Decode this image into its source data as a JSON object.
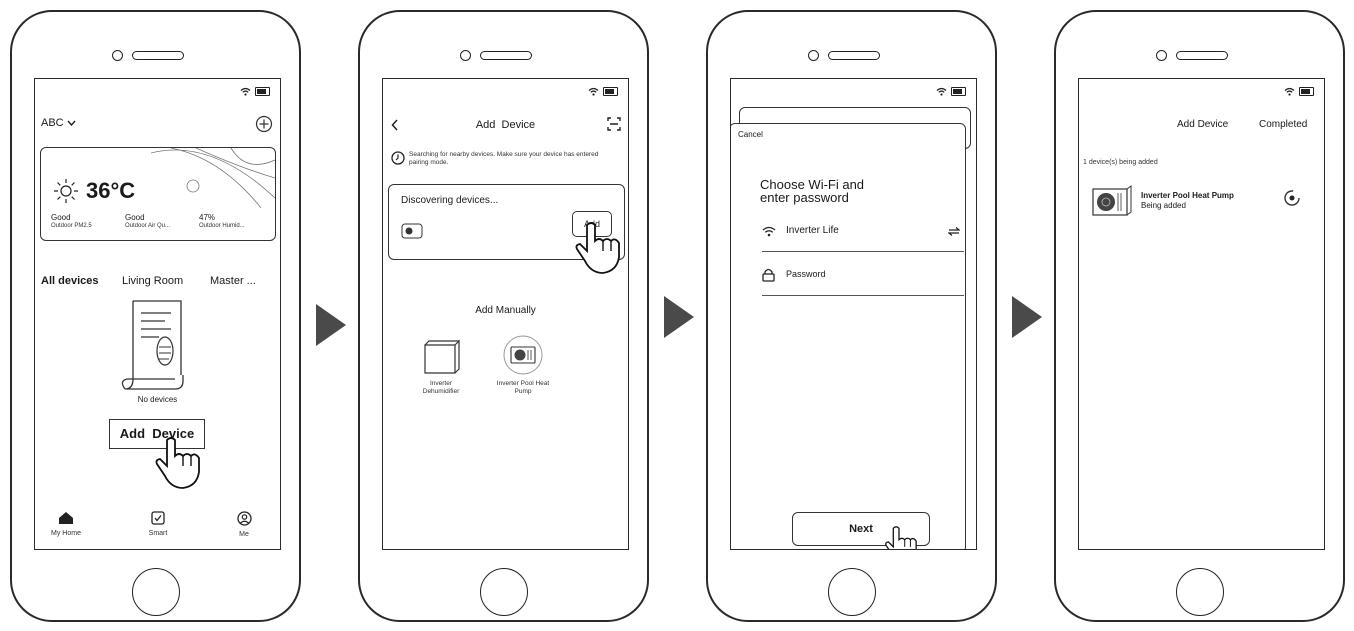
{
  "screen1": {
    "home_name": "ABC",
    "weather": {
      "temperature": "36°C",
      "stats": [
        {
          "value": "Good",
          "label": "Outdoor PM2.5"
        },
        {
          "value": "Good",
          "label": "Outdoor Air Qu..."
        },
        {
          "value": "47%",
          "label": "Outdoor Humid..."
        }
      ]
    },
    "tabs": [
      "All devices",
      "Living Room",
      "Master ..."
    ],
    "empty_text": "No devices",
    "add_device_label": "Add  Device",
    "nav": [
      {
        "label": "My Home",
        "icon": "home-icon"
      },
      {
        "label": "Smart",
        "icon": "checkbox-icon"
      },
      {
        "label": "Me",
        "icon": "user-icon"
      }
    ]
  },
  "screen2": {
    "title": "Add  Device",
    "searching_text": "Searching for nearby devices. Make sure your device has entered pairing mode.",
    "discovering_label": "Discovering devices...",
    "add_label": "Add",
    "add_manually_label": "Add Manually",
    "devices": [
      {
        "label": "Inverter Dehumidifier",
        "icon": "dehumidifier-icon"
      },
      {
        "label": "Inverter Pool Heat Pump",
        "icon": "heat-pump-icon"
      }
    ]
  },
  "screen3": {
    "cancel_label": "Cancel",
    "heading_line1": "Choose Wi-Fi and",
    "heading_line2": "enter password",
    "wifi_name": "Inverter Life",
    "password_placeholder": "Password",
    "next_label": "Next"
  },
  "screen4": {
    "title": "Add Device",
    "completed_label": "Completed",
    "count_text": "1 device(s) being added",
    "device_name": "Inverter Pool Heat Pump",
    "device_status": "Being added"
  }
}
